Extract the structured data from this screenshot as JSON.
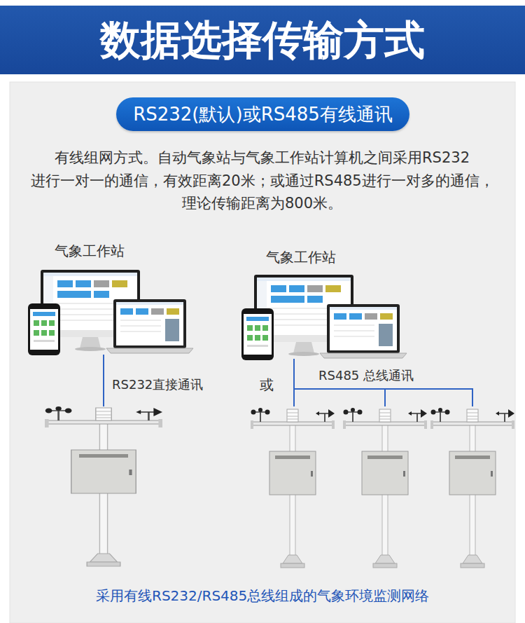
{
  "diagram": {
    "title": "数据选择传输方式",
    "caption": "采用有线RS232/RS485总线组成的气象环境监测网络",
    "nodes": [
      {
        "text": [
          "RS232(默认)或RS485有线通讯"
        ]
      },
      {
        "text": [
          "气象工作站"
        ]
      },
      {
        "text": [
          "气象工作站"
        ]
      }
    ],
    "labels": [
      "有线组网方式。自动气象站与气象工作站计算机之间采用RS232",
      "进行一对一的通信，有效距离20米；或通过RS485进行一对多的通信，",
      "理论传输距离为800米。",
      "RS232直接通讯",
      "或",
      "RS485 总线通讯"
    ]
  }
}
